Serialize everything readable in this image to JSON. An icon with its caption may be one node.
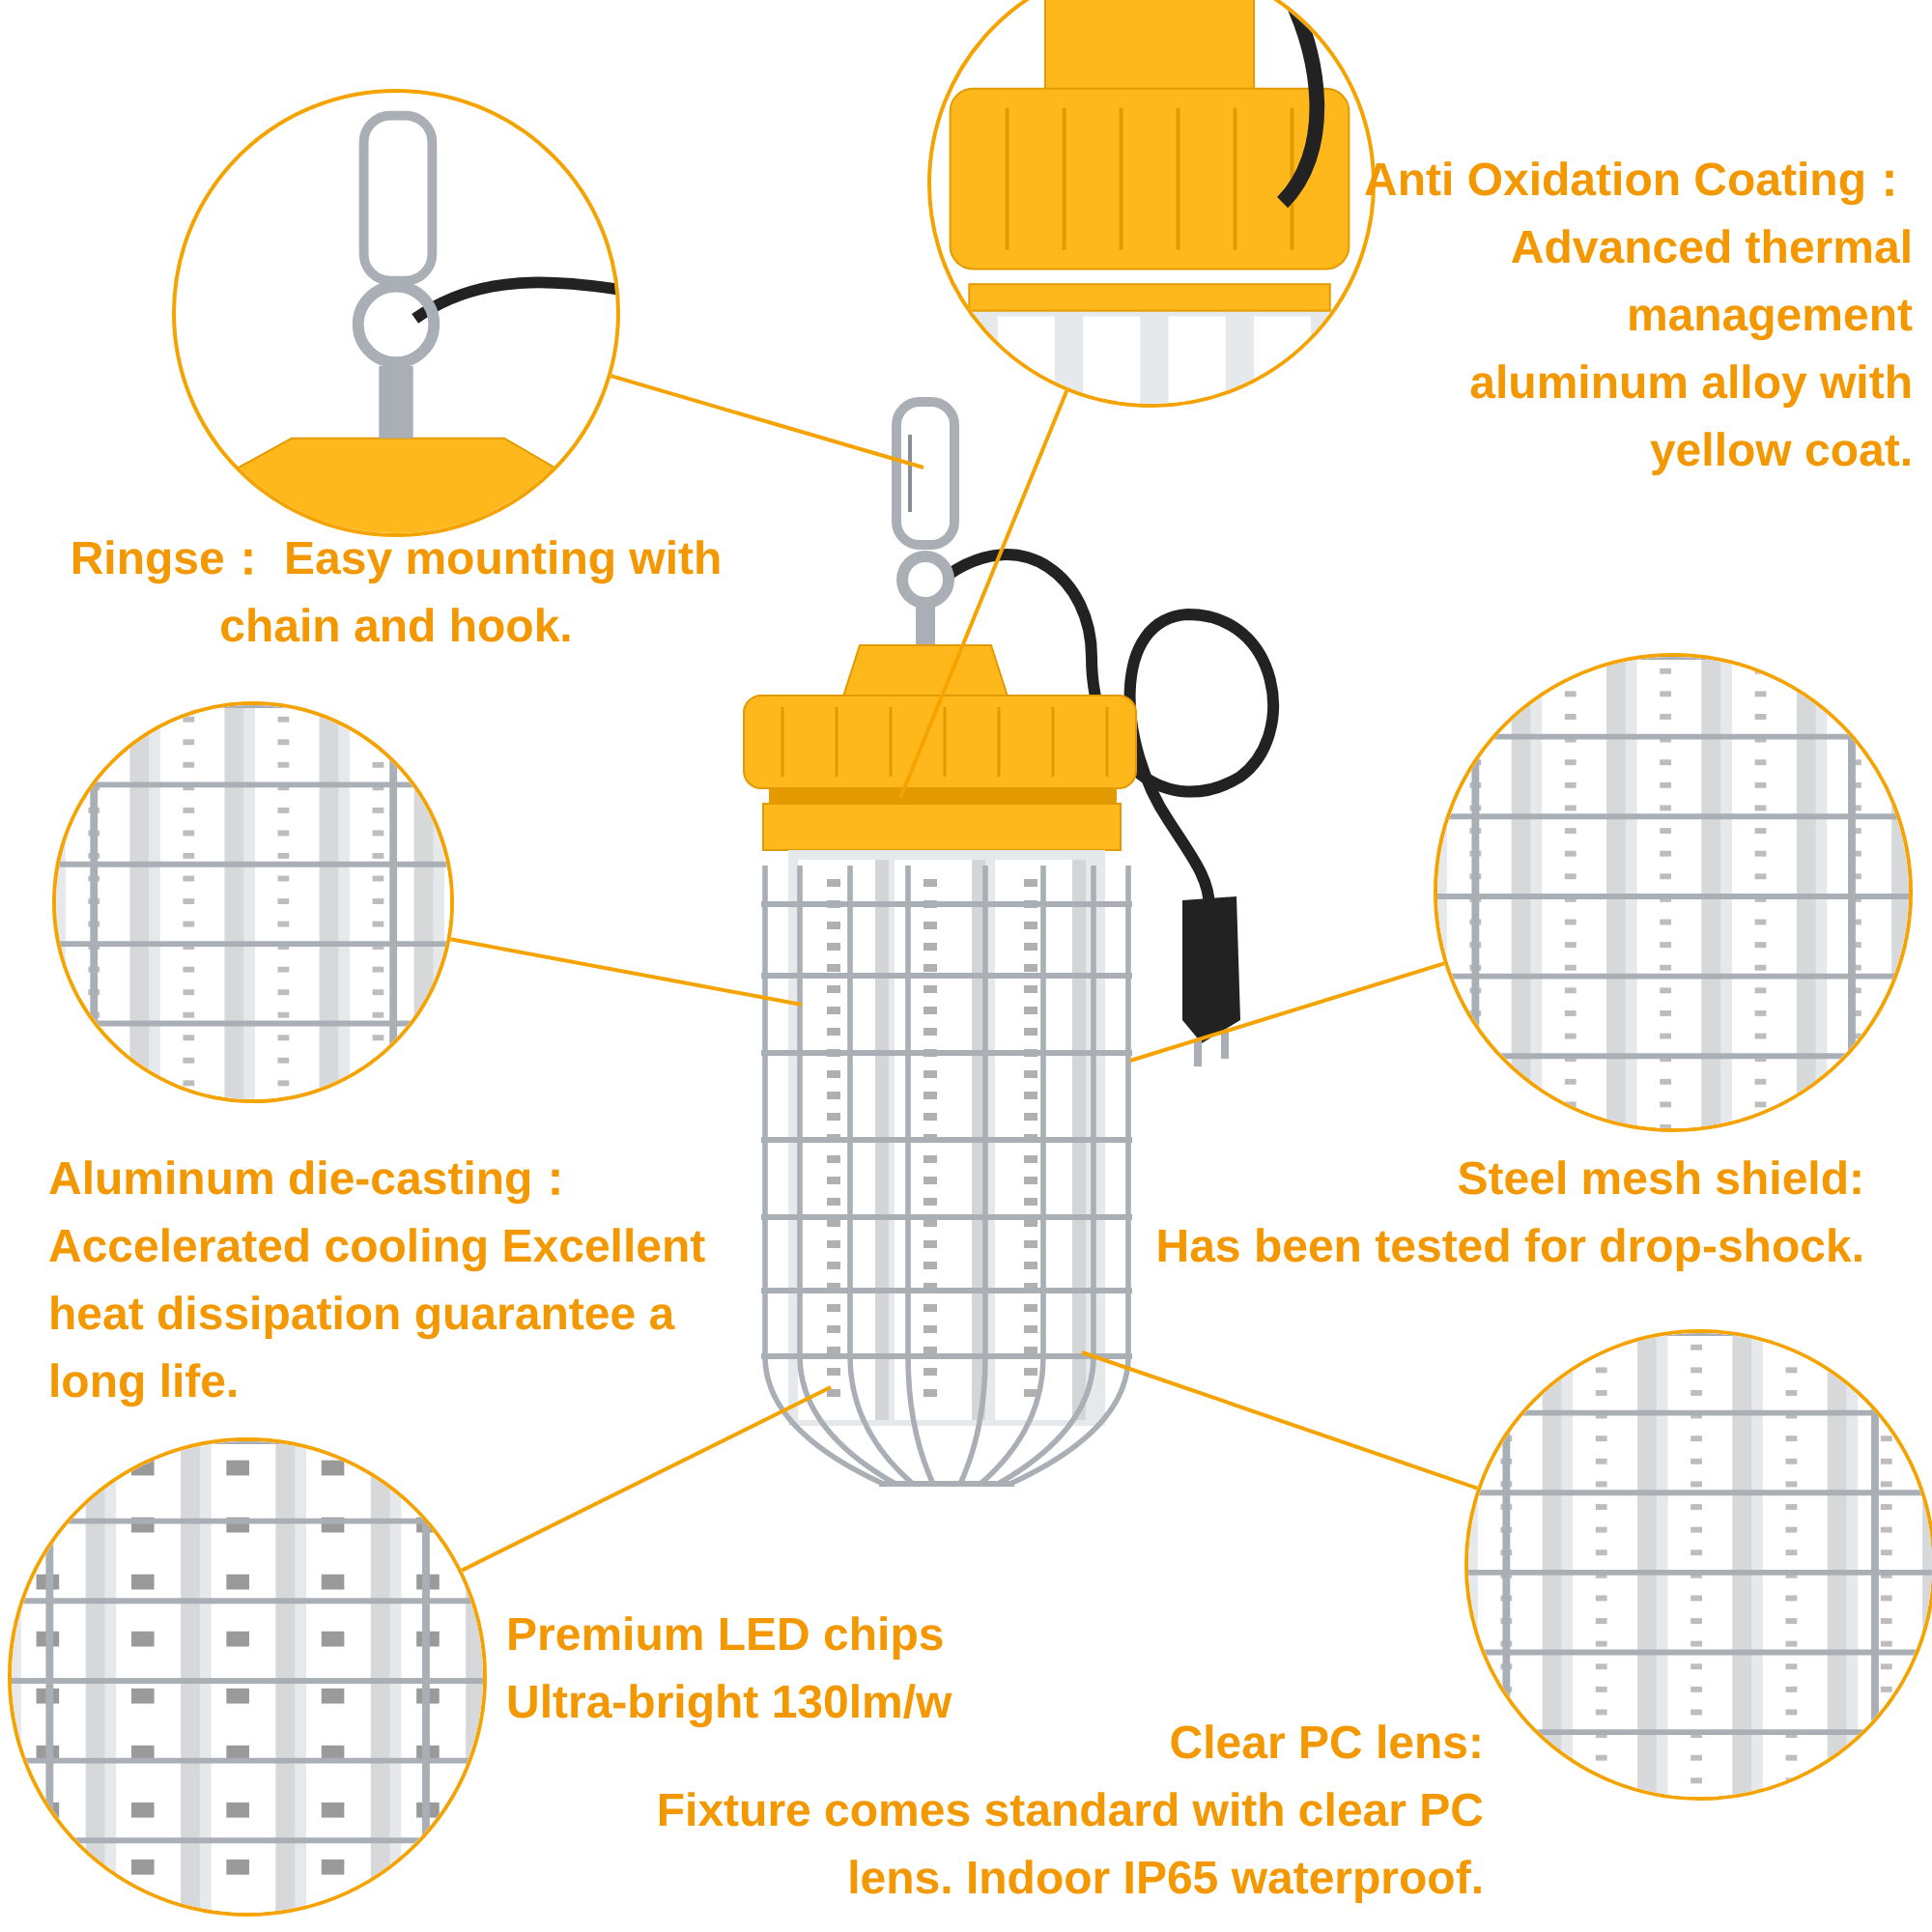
{
  "diagram": {
    "nodes": [
      {
        "text": [],
        "shape": "circle",
        "beside": [
          "Ringse： Easy mounting with chain and hook."
        ]
      },
      {
        "text": [],
        "shape": "circle",
        "beside": [
          "Anti Oxidation Coating：",
          "Advanced thermal management aluminum alloy with yellow coat."
        ]
      },
      {
        "text": [],
        "shape": "circle",
        "beside": [
          "Aluminum die-casting：",
          "Accelerated cooling Excellent heat dissipation guarantee a long life."
        ]
      },
      {
        "text": [],
        "shape": "circle",
        "beside": [
          "Steel mesh shield:",
          "Has been tested for drop-shock."
        ]
      },
      {
        "text": [],
        "shape": "circle",
        "beside": [
          "Premium LED chips",
          "Ultra-bright 130lm/w"
        ]
      },
      {
        "text": [],
        "shape": "circle",
        "beside": [
          "Clear PC lens:",
          "Fixture comes standard with clear PC lens. Indoor IP65 waterproof."
        ]
      }
    ],
    "edges": [
      {
        "from": 0,
        "to": null,
        "arrow": "none"
      },
      {
        "from": 1,
        "to": null,
        "arrow": "none"
      },
      {
        "from": 2,
        "to": null,
        "arrow": "none"
      },
      {
        "from": 3,
        "to": null,
        "arrow": "none"
      },
      {
        "from": 4,
        "to": null,
        "arrow": "none"
      },
      {
        "from": 5,
        "to": null,
        "arrow": "none"
      }
    ]
  }
}
